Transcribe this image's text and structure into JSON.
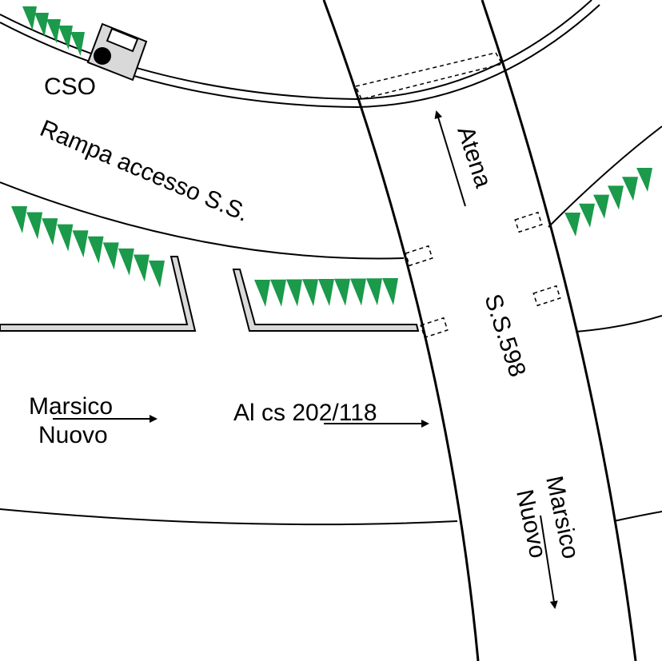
{
  "labels": {
    "cso": "CSO",
    "rampa": "Rampa accesso S.S.",
    "atena": "Atena",
    "ss598": "S.S.598",
    "marsico_left_line1": "Marsico",
    "marsico_left_line2": "Nuovo",
    "al_cs": "Al cs 202/118",
    "marsico_right_line1": "Marsico",
    "marsico_right_line2": "Nuovo"
  },
  "colors": {
    "vegetation": "#1a9a4a",
    "wall_fill": "#d9d9d9",
    "line": "#000000",
    "background": "#ffffff"
  },
  "icons": {
    "cso_station": "building-with-dot-icon",
    "vegetation": "green-triangle-icon"
  }
}
